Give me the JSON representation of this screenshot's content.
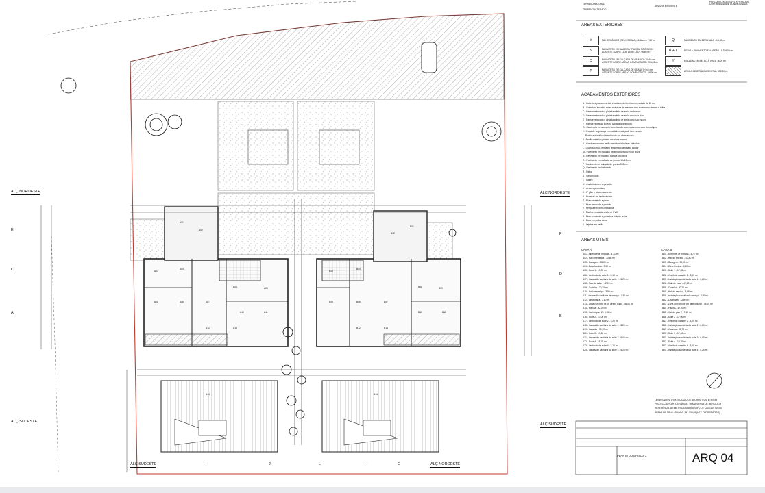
{
  "drawing": {
    "sheet_number": "ARQ 04",
    "sheet_title": "PLANTA DOS PISOS 2",
    "elevation_labels": {
      "northwest_left": "ALÇ NOROESTE",
      "northwest_right": "ALÇ NOROESTE",
      "northwest_bottom": "ALÇ NOROESTE",
      "southeast_left": "ALÇ SUDESTE",
      "southeast_right": "ALÇ SUDESTE",
      "southeast_bottom": "ALÇ SUDESTE"
    },
    "section_letters_left": [
      "E",
      "C",
      "A"
    ],
    "section_letters_right": [
      "F",
      "D",
      "B"
    ],
    "section_letters_bottom": [
      "H",
      "J",
      "L",
      "I",
      "G"
    ],
    "legend_top": {
      "item1": "TERRENO NATURAL",
      "item2": "TERRENO ALTERADO",
      "item3": "ÁRVORE EXISTENTE",
      "item4": "PERCURSO ACESSIVEL A PESSOAS COM MOBILIDADE CONDICIONADA"
    },
    "exterior_areas_title": "ÁREAS EXTERIORES",
    "exterior_areas": [
      {
        "symbol": "M",
        "text": "PAV. CERÂMICO (SEM ESCALA) 60x60cm - 7,50 m²"
      },
      {
        "symbol": "N",
        "text": "PAVIMENTO EM MADEIRA TRATADA TIPO DECK AUSENTE SOBRE LAJE DE BETÃO - 98,80 m²"
      },
      {
        "symbol": "O",
        "text": "PAVIMENTO EM CALÇADA DE GRANITO 10x10 cm ASSENTE SOBRE AREÃO COMPACTADO - 208,00 m²"
      },
      {
        "symbol": "P",
        "text": "PAVIMENTO EM CALÇADA DE GRANITO 5x5 cm ASSENTE SOBRE AREÃO COMPACTADO - 19,00 m²"
      },
      {
        "symbol": "Q",
        "text": "PAVIMENTO EM BETONADO - 18,00 m²"
      },
      {
        "symbol": "R + T",
        "text": "RELVA + PAVIMENTO EM AREÃO - 1.326,00 m²"
      },
      {
        "symbol": "Y",
        "text": "ESCADAS EM BETÃO À VISTA - 8,00 m²"
      },
      {
        "symbol": "",
        "text": "ÁREA A CEDER À CM SINTRA - 302,00 m²"
      }
    ],
    "finishes_title": "ACABAMENTOS EXTERIORES",
    "finishes": [
      "A - Cobertura plana invertida e isolamento térmico com solado de 10 cm",
      "B - Cobertura invertida sobre estrutura de madeira com isolamento térmico e telha",
      "C - Parede rebocada e pintada a tinta de areia cor branco",
      "D - Parede rebocada e pintada a tinta de areia cor cinza claro",
      "E - Parede rebocada e pintada a tinta de areia cor cinza escuro",
      "F - Parede revestida a pedra calcária aparelhada",
      "G - Caixilharia em alumínio termolacado cor cinza escuro com vidro duplo",
      "H - Porta de segurança em madeira maciça de tom escuro",
      "I - Portão automático termolacado cor cinza escuro",
      "J - Portão metálico pintado cor cinza escuro",
      "K - Gradeamento em perfis metálicos tubulares pintados",
      "L - Guarda corpos em vidro temperado laminado incolor",
      "M - Pavimento em mosaico cerâmico 60x60 cm cor cinza",
      "N - Pavimento em madeira tratada tipo deck",
      "O - Pavimento em calçada de granito 10x10 cm",
      "P - Pavimento em calçada de granito 5x5 cm",
      "Q - Pavimento em betonado",
      "R - Relva",
      "S - Seixo rolado",
      "T - Saibro",
      "U - Canteiros com vegetação",
      "V - Árvores propostas",
      "X - 6º pilar e atravessamento",
      "Y - Escadas em betão à vista",
      "Z - Muro revestido a pedra",
      "1 - Muro rebocado e pintado",
      "2 - Pérgola em perfis metálicos",
      "3 - Piscina revestida a tela de PVC",
      "4 - Muro rebocado e pintado a tinta de areia",
      "5 - Muro em pedra seca",
      "6 - Lajetas em betão"
    ],
    "useful_areas_title": "ÁREAS ÚTEIS",
    "house_a_title": "CASA A",
    "house_a": [
      "A01 - Alpendre de entrada - 3,71 m²",
      "A02 - Hall de entrada - 13,80 m²",
      "A03 - Garagem - 35,00 m²",
      "A04 - Zona técnica - 5,50 m²",
      "A05 - Suite 1 - 17,05 m²",
      "A06 - Vestíbulo da suite 1 - 3,10 m²",
      "A07 - Instalação sanitária da suite 1 - 6,20 m²",
      "A08 - Sala de estar - 42,20 m²",
      "A09 - Cozinha - 20,20 m²",
      "A10 - Hall de serviço - 3,95 m²",
      "A11 - Instalação sanitária de serviço - 3,50 m²",
      "A12 - Lavandaria - 3,50 m²",
      "A13 - Zona com teto de pé direito duplo - 46,00 m²",
      "A14 - Piscina - 32,00 m²",
      "A15 - Hall do piso 2 - 9,15 m²",
      "A16 - Suite 2 - 17,00 m²",
      "A17 - Vestíbulo da suite 2 - 3,20 m²",
      "A18 - Instalação sanitária da suite 2 - 6,20 m²",
      "A19 - Varanda - 30,70 m²",
      "A20 - Suite 3 - 17,40 m²",
      "A21 - Instalação sanitária da suite 3 - 6,00 m²",
      "A22 - Suite 4 - 15,70 m²",
      "A23 - Vestíbulo da suite 4 - 3,10 m²",
      "A24 - Instalação sanitária da suite 4 - 5,20 m²"
    ],
    "house_b_title": "CASA B",
    "house_b": [
      "B01 - Alpendre de entrada - 3,71 m²",
      "B02 - Hall de entrada - 13,80 m²",
      "B03 - Garagem - 35,00 m²",
      "B04 - Zona técnica - 5,50 m²",
      "B05 - Suite 1 - 17,05 m²",
      "B06 - Vestíbulo da suite 1 - 3,10 m²",
      "B07 - Instalação sanitária da suite 1 - 6,20 m²",
      "B08 - Sala de estar - 42,20 m²",
      "B09 - Cozinha - 20,20 m²",
      "B10 - Hall de serviço - 3,95 m²",
      "B11 - Instalação sanitária de serviço - 3,50 m²",
      "B12 - Lavandaria - 3,50 m²",
      "B13 - Zona com teto de pé direito duplo - 46,00 m²",
      "B14 - Piscina - 32,00 m²",
      "B15 - Hall do piso 2 - 9,15 m²",
      "B16 - Suite 2 - 17,00 m²",
      "B17 - Vestíbulo da suite 2 - 3,20 m²",
      "B18 - Instalação sanitária da suite 2 - 6,20 m²",
      "B19 - Varanda - 30,70 m²",
      "B20 - Suite 3 - 17,40 m²",
      "B21 - Instalação sanitária da suite 3 - 6,00 m²",
      "B22 - Suite 4 - 15,70 m²",
      "B23 - Vestíbulo da suite 4 - 3,10 m²",
      "B24 - Instalação sanitária da suite 4 - 5,20 m²"
    ],
    "survey_note": [
      "LEVANTAMENTO EXECUTADO DE ACORDO COM ETRS 89",
      "PROJECÇÃO CARTOGRÁFICA : TRANSVERSA DE MERCATOR",
      "REFERÊNCIA ALTIMÉTRICA: MARÉGRAFO DE CASCAIS (1938)",
      "ÁREAS DE SOLO - CASA A + B - 993,30 (LEV. TOPOGRÁFICO)"
    ],
    "room_labels_house_a": [
      "A01",
      "A02",
      "A03",
      "A04",
      "A05",
      "A06",
      "A07",
      "A08",
      "A09",
      "A10",
      "A11",
      "A12",
      "A13",
      "A14"
    ],
    "room_labels_house_b": [
      "B01",
      "B02",
      "B03",
      "B04",
      "B05",
      "B06",
      "B07",
      "B08",
      "B09",
      "B10",
      "B11",
      "B12",
      "B13",
      "B14"
    ]
  }
}
